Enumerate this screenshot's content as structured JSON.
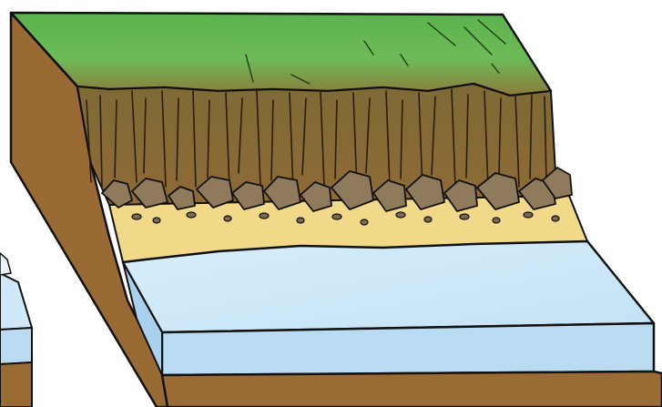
{
  "diagram": {
    "kind": "block-diagram",
    "layers": [
      "grass",
      "cliff-face",
      "rock-debris",
      "sand-beach",
      "water",
      "sediment-base"
    ],
    "colors": {
      "grass": "#5bb24e",
      "grass_light": "#7cc46a",
      "cliff": "#8a6a33",
      "cliff_dark": "#5c4320",
      "soil_side": "#9a6a34",
      "soil_side_dark": "#6d4a22",
      "rock": "#8f7a5c",
      "sand": "#f2d98a",
      "water_top": "#cfe8f7",
      "water_side": "#b9dcf3",
      "sediment": "#9b6b35",
      "outline": "#111111"
    }
  }
}
